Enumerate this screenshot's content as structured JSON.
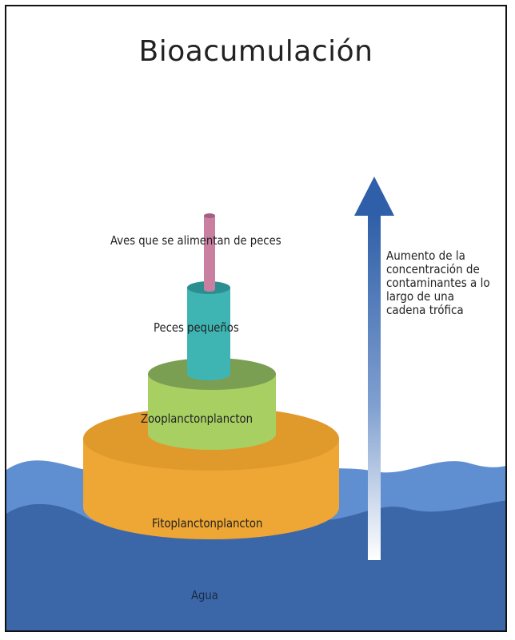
{
  "title": "Bioacumulación",
  "levels": [
    {
      "label": "Aves que se alimentan de peces",
      "color": "#c97fa0"
    },
    {
      "label": "Peces pequeños",
      "color": "#3fb5b3"
    },
    {
      "label": "Zooplanctonplancton",
      "color": "#a7cf62"
    },
    {
      "label": "Fitoplanctonplancton",
      "color": "#f1ab37"
    }
  ],
  "water_label": "Agua",
  "arrow_note": [
    "Aumento de la",
    "concentración de",
    "contaminantes a lo",
    "largo de una",
    "cadena trófica"
  ],
  "colors": {
    "water_light": "#5f8fd0",
    "water_dark": "#3b67a8",
    "arrow": "#2f5fa8"
  }
}
